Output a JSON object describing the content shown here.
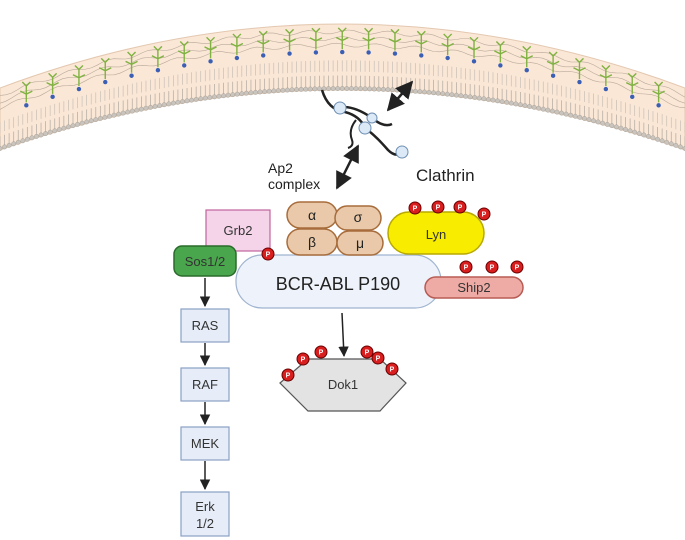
{
  "labels": {
    "clathrin": "Clathrin",
    "ap2_line1": "Ap2",
    "ap2_line2": "complex",
    "alpha": "α",
    "sigma": "σ",
    "beta": "β",
    "mu": "μ",
    "grb2": "Grb2",
    "sos": "Sos1/2",
    "lyn": "Lyn",
    "bcr_abl": "BCR-ABL P190",
    "ship2": "Ship2",
    "dok1": "Dok1",
    "ras": "RAS",
    "raf": "RAF",
    "mek": "MEK",
    "erk_line1": "Erk",
    "erk_line2": "1/2",
    "phospho": "P"
  },
  "colors": {
    "membrane_fill": "#fbe7d6",
    "lipid_head": "#c9c4bd",
    "glycan_green": "#7fb241",
    "glycan_blue": "#3a5fb5",
    "ap2_fill": "#e9c9a9",
    "ap2_stroke": "#a86d3c",
    "grb2_fill": "#f5d4ea",
    "grb2_stroke": "#c0649e",
    "sos_fill": "#4aa64c",
    "sos_stroke": "#2a6b2c",
    "lyn_fill": "#f8ec00",
    "lyn_stroke": "#b8a900",
    "bcr_fill": "#eef3fb",
    "bcr_stroke": "#9fb3cf",
    "ship2_fill": "#eeaaa5",
    "ship2_stroke": "#b85c55",
    "dok1_fill": "#e3e3e3",
    "dok1_stroke": "#555555",
    "pathway_fill": "#e6edf8",
    "pathway_stroke": "#8aa1c4",
    "phospho_fill": "#d81e1e",
    "phospho_stroke": "#6b0000",
    "clathrin_ball": "#dce9f7",
    "arrow": "#222222"
  }
}
